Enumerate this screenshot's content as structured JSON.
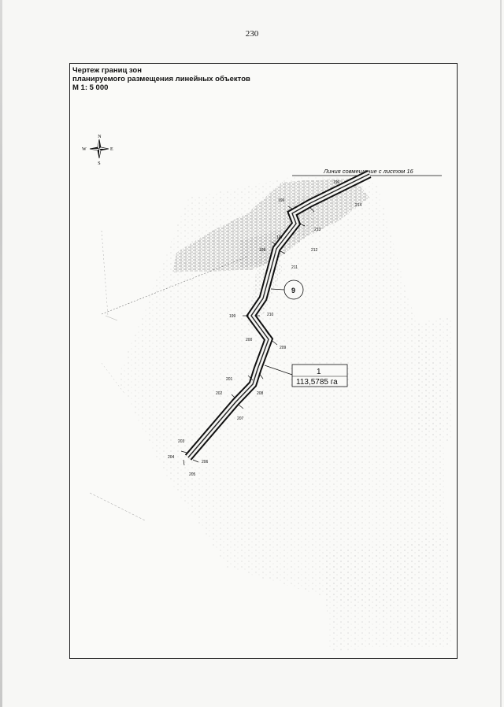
{
  "page_number": "230",
  "title": {
    "line1": "Чертеж границ зон",
    "line2": "планируемого размещения линейных объектов",
    "line3": "М 1: 5 000"
  },
  "compass": {
    "n": "N",
    "s": "S",
    "e": "E",
    "w": "W"
  },
  "sheet_join_label": "Линия совмещение с листом 16",
  "zone_callout": {
    "number": "1",
    "area": "113,5785 га"
  },
  "circle_label": "9",
  "point_labels": {
    "p196": "196",
    "p197": "197",
    "p198": "198",
    "p199": "199",
    "p200": "200",
    "p201": "201",
    "p202": "202",
    "p203": "203",
    "p204": "204",
    "p205": "205",
    "p206": "206",
    "p207": "207",
    "p208": "208",
    "p209": "209",
    "p210": "210",
    "p211": "211",
    "p212": "212",
    "p213": "213",
    "p214": "214",
    "p215": "215"
  }
}
